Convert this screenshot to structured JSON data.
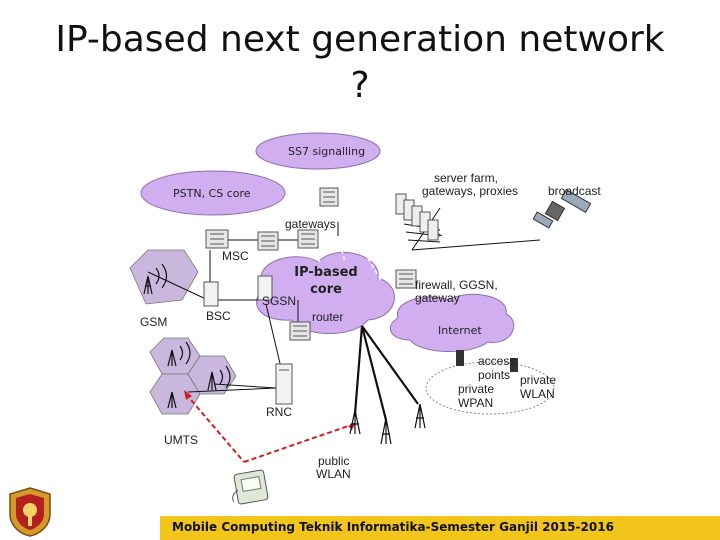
{
  "title": {
    "line1": "IP-based next generation network",
    "line2": "?"
  },
  "labels": {
    "ss7": "SS7 signalling",
    "pstn": "PSTN, CS core",
    "server_farm_1": "server farm,",
    "server_farm_2": "gateways, proxies",
    "broadcast": "broadcast",
    "gateways": "gateways",
    "msc": "MSC",
    "ip_core_1": "IP-based",
    "ip_core_2": "core",
    "sgsn": "SGSN",
    "bsc": "BSC",
    "gsm": "GSM",
    "router": "router",
    "firewall_1": "firewall, GGSN,",
    "firewall_2": "gateway",
    "internet": "Internet",
    "access_1": "access",
    "access_2": "points",
    "private_wpan_1": "private",
    "private_wpan_2": "WPAN",
    "private_wlan_1": "private",
    "private_wlan_2": "WLAN",
    "rnc": "RNC",
    "umts": "UMTS",
    "public_wlan_1": "public",
    "public_wlan_2": "WLAN"
  },
  "footer": {
    "text": "Mobile Computing Teknik Informatika-Semester Ganjil 2015-2016"
  },
  "colors": {
    "cloud": "#d1aef0",
    "cloud_stroke": "#8e6fb0",
    "footer_bg": "#f2c51a",
    "cell": "#c9b7de",
    "dashed_link": "#cc2222"
  }
}
